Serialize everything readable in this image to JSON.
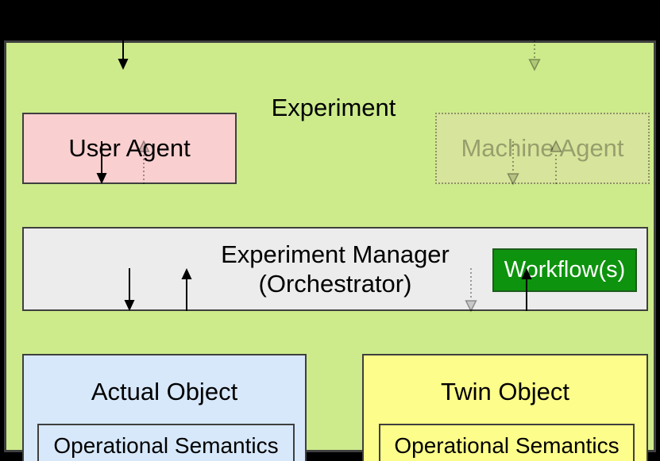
{
  "diagram": {
    "title": "Experiment",
    "nodes": {
      "user_agent": {
        "label": "User Agent"
      },
      "machine_agent": {
        "label": "Machine Agent"
      },
      "experiment_manager": {
        "line1": "Experiment Manager",
        "line2": "(Orchestrator)"
      },
      "workflow": {
        "label": "Workflow(s)"
      },
      "actual_object": {
        "label": "Actual Object",
        "sublabel": "Operational Semantics"
      },
      "twin_object": {
        "label": "Twin Object",
        "sublabel": "Operational Semantics"
      }
    },
    "colors": {
      "background": "#000000",
      "panel_fill": "#cdeb8b",
      "user_agent_fill": "#f9cfcf",
      "machine_agent_state": "faded",
      "experiment_manager_fill": "#ececec",
      "workflow_fill": "#0e930e",
      "workflow_text": "#ffffff",
      "actual_object_fill": "#d7e8fb",
      "twin_object_fill": "#fdfd8b",
      "border": "#3f3f3f"
    }
  }
}
